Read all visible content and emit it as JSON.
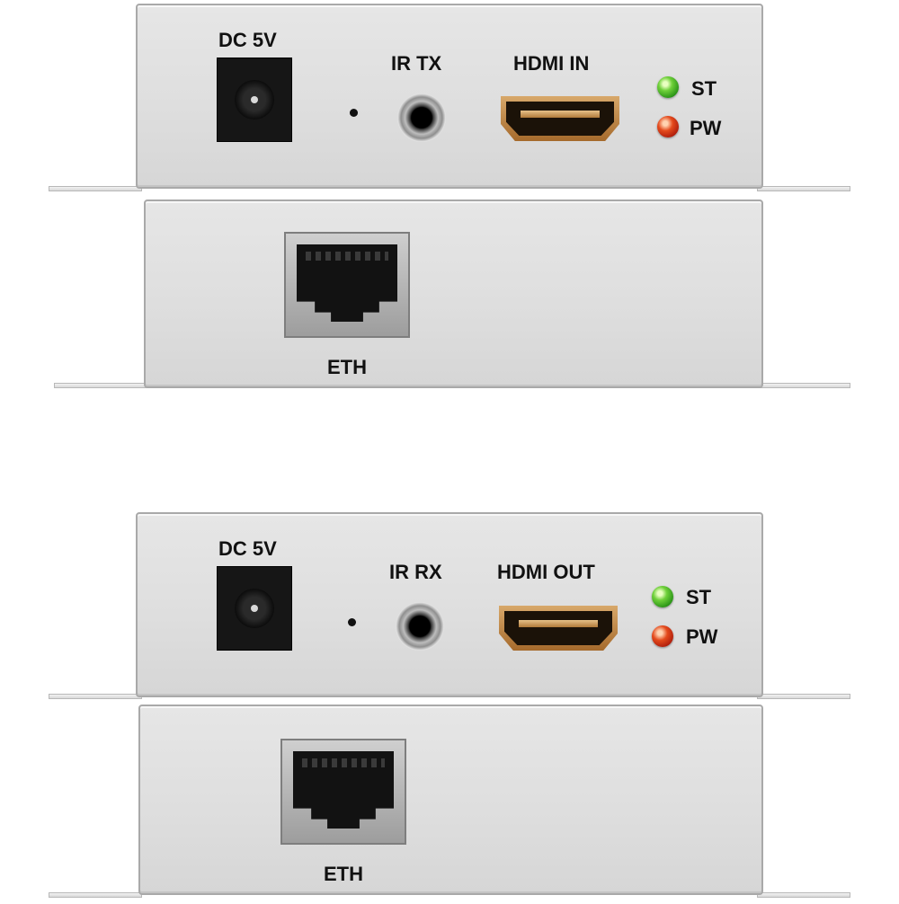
{
  "transmitter": {
    "front": {
      "dc_label": "DC 5V",
      "ir_label": "IR TX",
      "hdmi_label": "HDMI IN",
      "led_status_label": "ST",
      "led_power_label": "PW"
    },
    "back": {
      "eth_label": "ETH"
    }
  },
  "receiver": {
    "front": {
      "dc_label": "DC 5V",
      "ir_label": "IR RX",
      "hdmi_label": "HDMI OUT",
      "led_status_label": "ST",
      "led_power_label": "PW"
    },
    "back": {
      "eth_label": "ETH"
    }
  },
  "colors": {
    "housing": "#dfdfdf",
    "led_status": "#3fb322",
    "led_power": "#d42a10",
    "hdmi_shell": "#c08a48"
  }
}
